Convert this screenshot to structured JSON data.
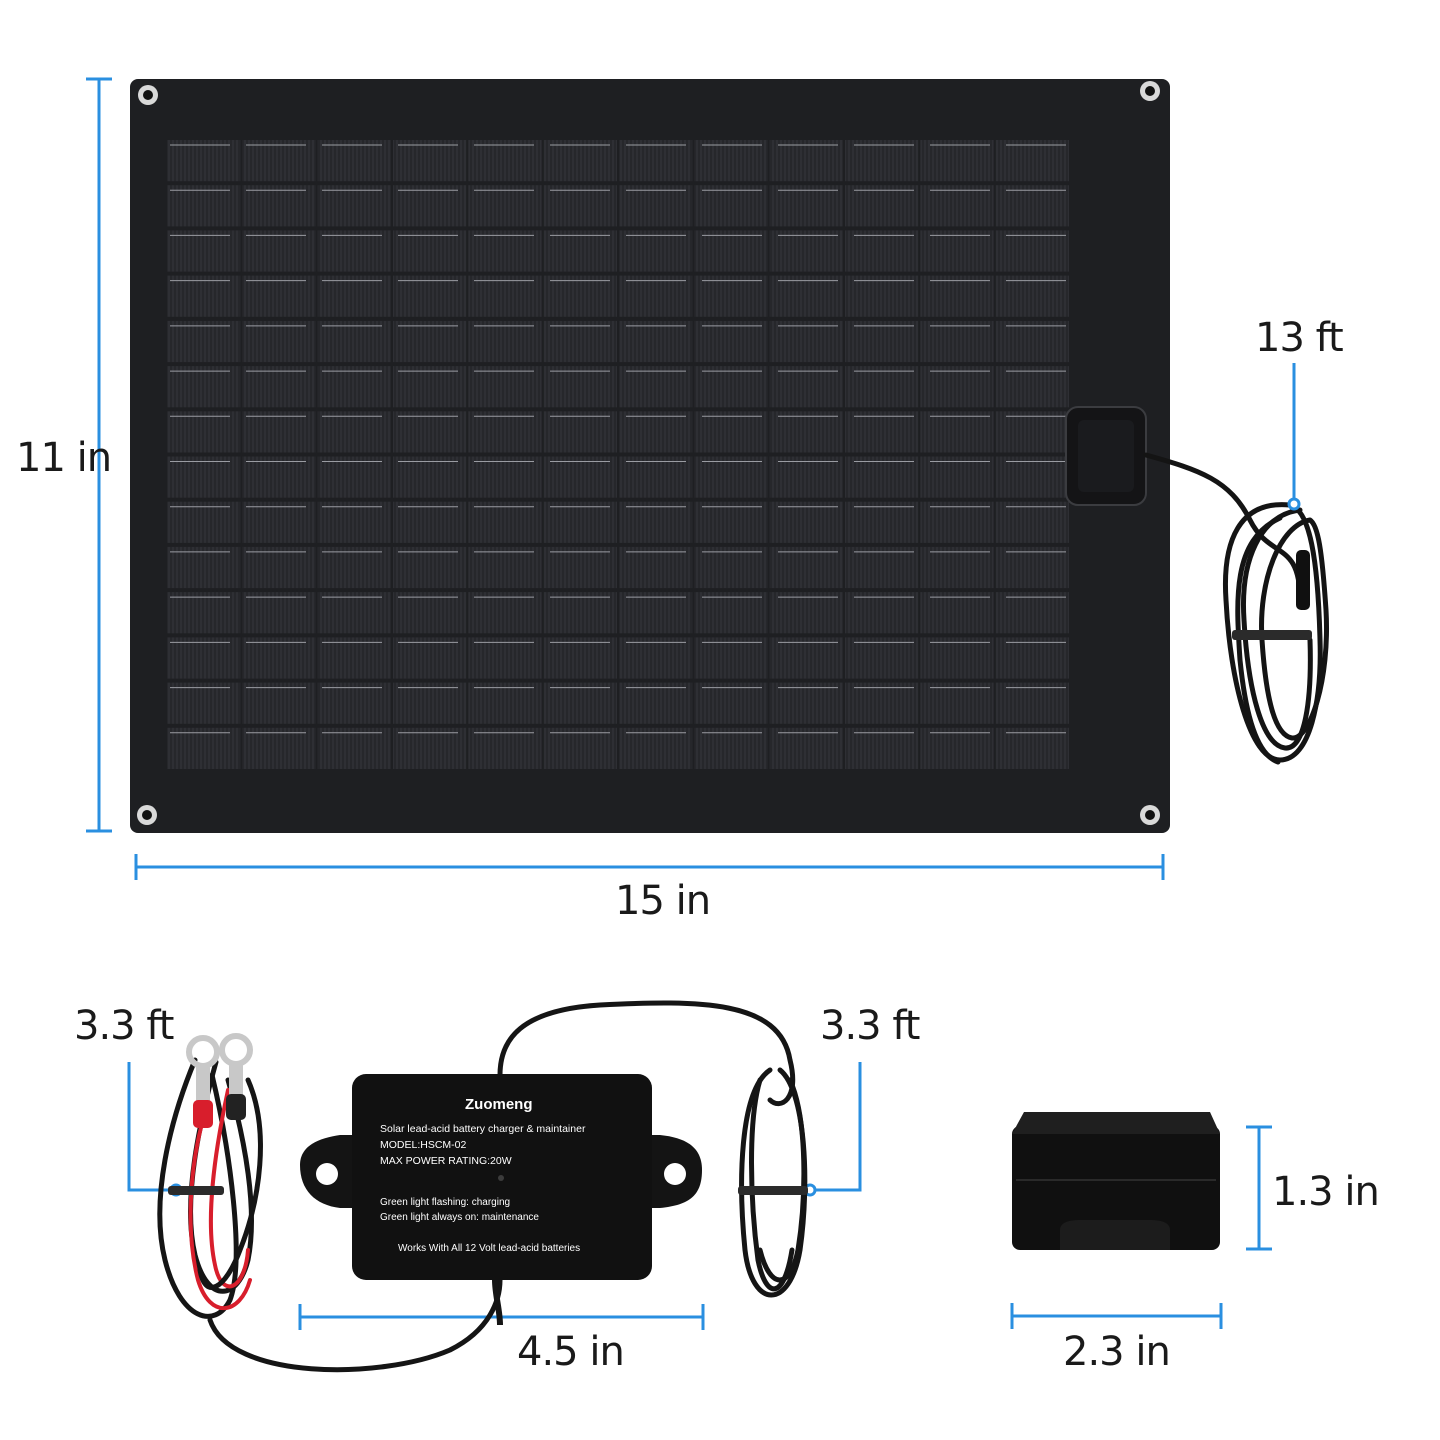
{
  "dimensions": {
    "panel_height": "11 in",
    "panel_width": "15 in",
    "panel_cable": "13 ft",
    "clip_cable": "3.3 ft",
    "output_cable": "3.3 ft",
    "controller_width": "4.5 in",
    "cover_height": "1.3 in",
    "cover_width": "2.3 in"
  },
  "controller": {
    "brand": "Zuomeng",
    "product": "Solar lead-acid battery charger & maintainer",
    "model": "MODEL:HSCM-02",
    "power": "MAX  POWER  RATING:20W",
    "status_charging": "Green light flashing: charging",
    "status_maintenance": "Green light always on: maintenance",
    "compatibility": "Works With All 12 Volt lead-acid batteries"
  },
  "colors": {
    "accent": "#2a8fe0",
    "panel": "#1e1f22",
    "cell": "#2a2b2f",
    "product": "#111111",
    "clip_red": "#d81e2c"
  }
}
